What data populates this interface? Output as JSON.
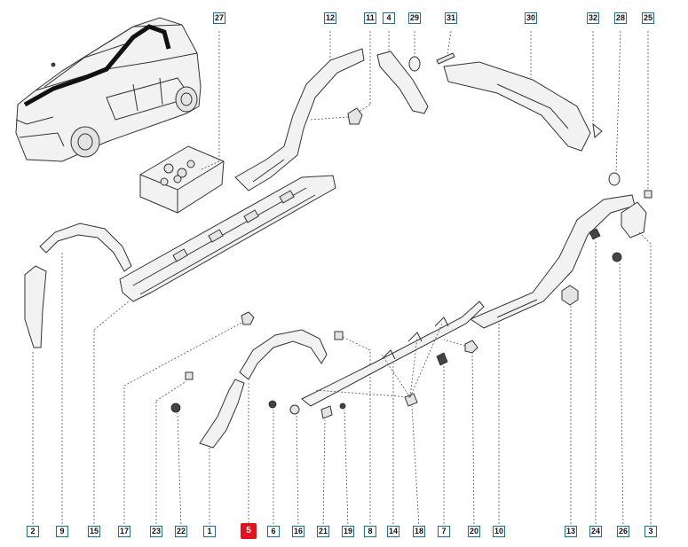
{
  "callouts_top": [
    {
      "id": "27",
      "label": "27"
    },
    {
      "id": "12",
      "label": "12"
    },
    {
      "id": "11",
      "label": "11"
    },
    {
      "id": "4",
      "label": "4"
    },
    {
      "id": "29",
      "label": "29"
    },
    {
      "id": "31",
      "label": "31"
    },
    {
      "id": "30",
      "label": "30"
    },
    {
      "id": "32",
      "label": "32"
    },
    {
      "id": "28",
      "label": "28"
    },
    {
      "id": "25",
      "label": "25"
    }
  ],
  "callouts_bottom": [
    {
      "id": "2",
      "label": "2"
    },
    {
      "id": "9",
      "label": "9"
    },
    {
      "id": "15",
      "label": "15"
    },
    {
      "id": "17",
      "label": "17"
    },
    {
      "id": "23",
      "label": "23"
    },
    {
      "id": "22",
      "label": "22"
    },
    {
      "id": "1",
      "label": "1"
    },
    {
      "id": "5",
      "label": "5",
      "highlighted": true
    },
    {
      "id": "6",
      "label": "6"
    },
    {
      "id": "16",
      "label": "16"
    },
    {
      "id": "21",
      "label": "21"
    },
    {
      "id": "19",
      "label": "19"
    },
    {
      "id": "8",
      "label": "8"
    },
    {
      "id": "14",
      "label": "14"
    },
    {
      "id": "18",
      "label": "18"
    },
    {
      "id": "7",
      "label": "7"
    },
    {
      "id": "20",
      "label": "20"
    },
    {
      "id": "10",
      "label": "10"
    },
    {
      "id": "13",
      "label": "13"
    },
    {
      "id": "24",
      "label": "24"
    },
    {
      "id": "26",
      "label": "26"
    },
    {
      "id": "3",
      "label": "3"
    }
  ],
  "colors": {
    "callout_border": "#1f6e8f",
    "highlight": "#e0141e",
    "line": "#555555"
  }
}
